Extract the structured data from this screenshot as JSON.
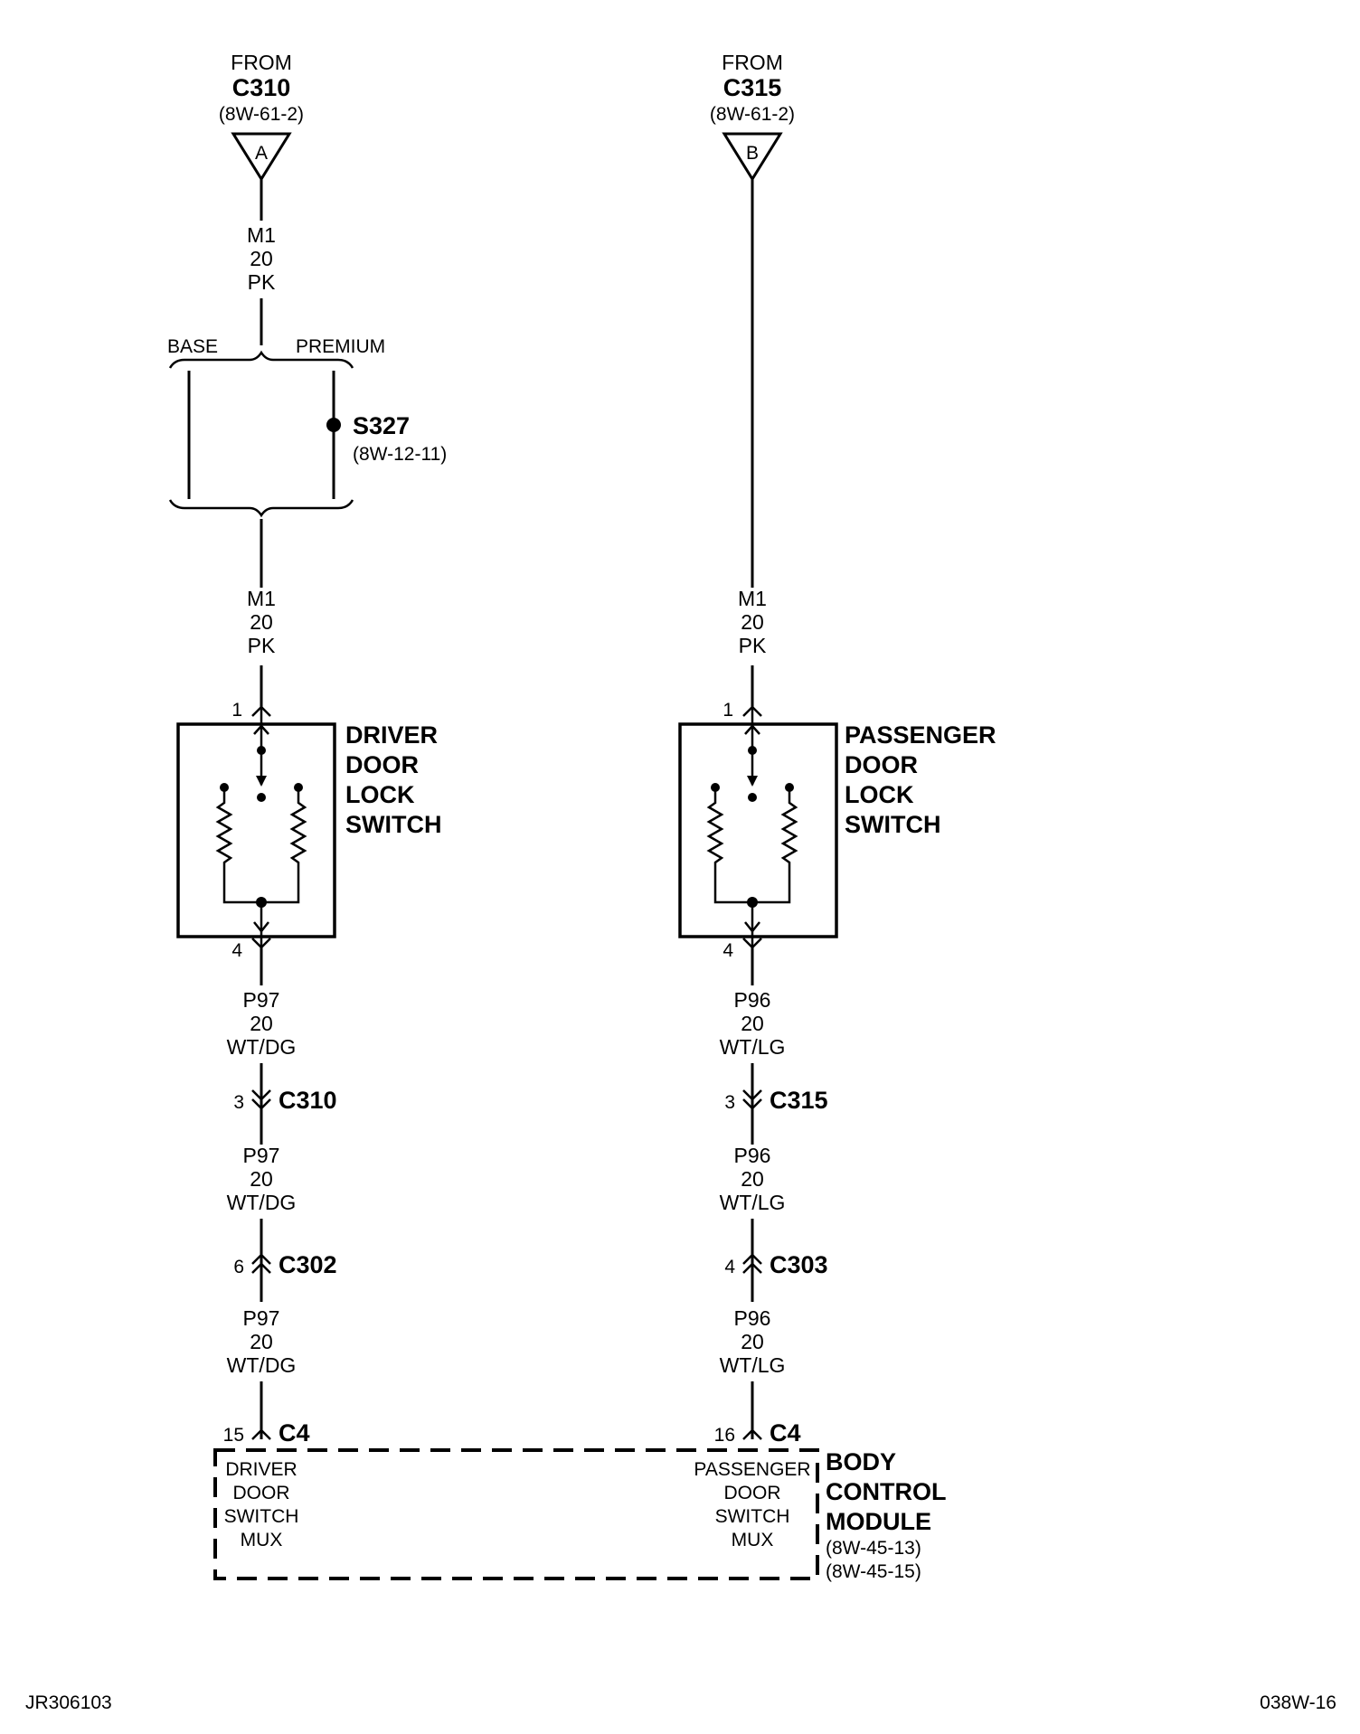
{
  "left_source": {
    "from": "FROM",
    "connector": "C310",
    "ref": "(8W-61-2)",
    "letter": "A"
  },
  "right_source": {
    "from": "FROM",
    "connector": "C315",
    "ref": "(8W-61-2)",
    "letter": "B"
  },
  "left_wire_top": {
    "circuit": "M1",
    "gauge": "20",
    "color": "PK"
  },
  "left_wire_mid": {
    "circuit": "M1",
    "gauge": "20",
    "color": "PK"
  },
  "right_wire_mid": {
    "circuit": "M1",
    "gauge": "20",
    "color": "PK"
  },
  "options": {
    "base": "BASE",
    "premium": "PREMIUM"
  },
  "splice": {
    "name": "S327",
    "ref": "(8W-12-11)"
  },
  "driver_switch": {
    "line1": "DRIVER",
    "line2": "DOOR",
    "line3": "LOCK",
    "line4": "SWITCH",
    "pin_in": "1",
    "pin_out": "4"
  },
  "passenger_switch": {
    "line1": "PASSENGER",
    "line2": "DOOR",
    "line3": "LOCK",
    "line4": "SWITCH",
    "pin_in": "1",
    "pin_out": "4"
  },
  "left_wire_1": {
    "circuit": "P97",
    "gauge": "20",
    "color": "WT/DG"
  },
  "left_wire_2": {
    "circuit": "P97",
    "gauge": "20",
    "color": "WT/DG"
  },
  "left_wire_3": {
    "circuit": "P97",
    "gauge": "20",
    "color": "WT/DG"
  },
  "right_wire_1": {
    "circuit": "P96",
    "gauge": "20",
    "color": "WT/LG"
  },
  "right_wire_2": {
    "circuit": "P96",
    "gauge": "20",
    "color": "WT/LG"
  },
  "right_wire_3": {
    "circuit": "P96",
    "gauge": "20",
    "color": "WT/LG"
  },
  "left_inline_1": {
    "pin": "3",
    "name": "C310"
  },
  "left_inline_2": {
    "pin": "6",
    "name": "C302"
  },
  "right_inline_1": {
    "pin": "3",
    "name": "C315"
  },
  "right_inline_2": {
    "pin": "4",
    "name": "C303"
  },
  "bcm_left_pin": {
    "pin": "15",
    "name": "C4"
  },
  "bcm_right_pin": {
    "pin": "16",
    "name": "C4"
  },
  "bcm": {
    "line1": "BODY",
    "line2": "CONTROL",
    "line3": "MODULE",
    "ref1": "(8W-45-13)",
    "ref2": "(8W-45-15)",
    "left_l1": "DRIVER",
    "left_l2": "DOOR",
    "left_l3": "SWITCH",
    "left_l4": "MUX",
    "right_l1": "PASSENGER",
    "right_l2": "DOOR",
    "right_l3": "SWITCH",
    "right_l4": "MUX"
  },
  "footer": {
    "left": "JR306103",
    "right": "038W-16"
  }
}
